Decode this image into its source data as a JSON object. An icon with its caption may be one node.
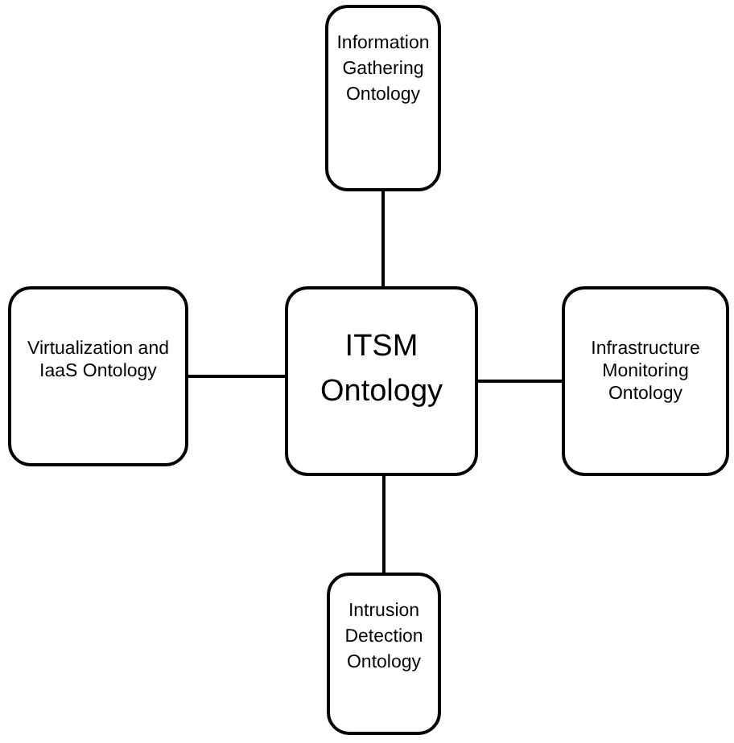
{
  "diagram": {
    "nodes": [
      {
        "text": [
          "Information Gathering Ontology"
        ]
      },
      {
        "text": [
          "Virtualization and IaaS Ontology"
        ]
      },
      {
        "text": [
          "ITSM Ontology"
        ]
      },
      {
        "text": [
          "Infrastructure Monitoring Ontology"
        ]
      },
      {
        "text": [
          "Intrusion Detection Ontology"
        ]
      }
    ],
    "edges": [
      {
        "from": 0,
        "to": 2,
        "arrow": "none"
      },
      {
        "from": 1,
        "to": 2,
        "arrow": "none"
      },
      {
        "from": 2,
        "to": 3,
        "arrow": "none"
      },
      {
        "from": 2,
        "to": 4,
        "arrow": "none"
      }
    ]
  }
}
